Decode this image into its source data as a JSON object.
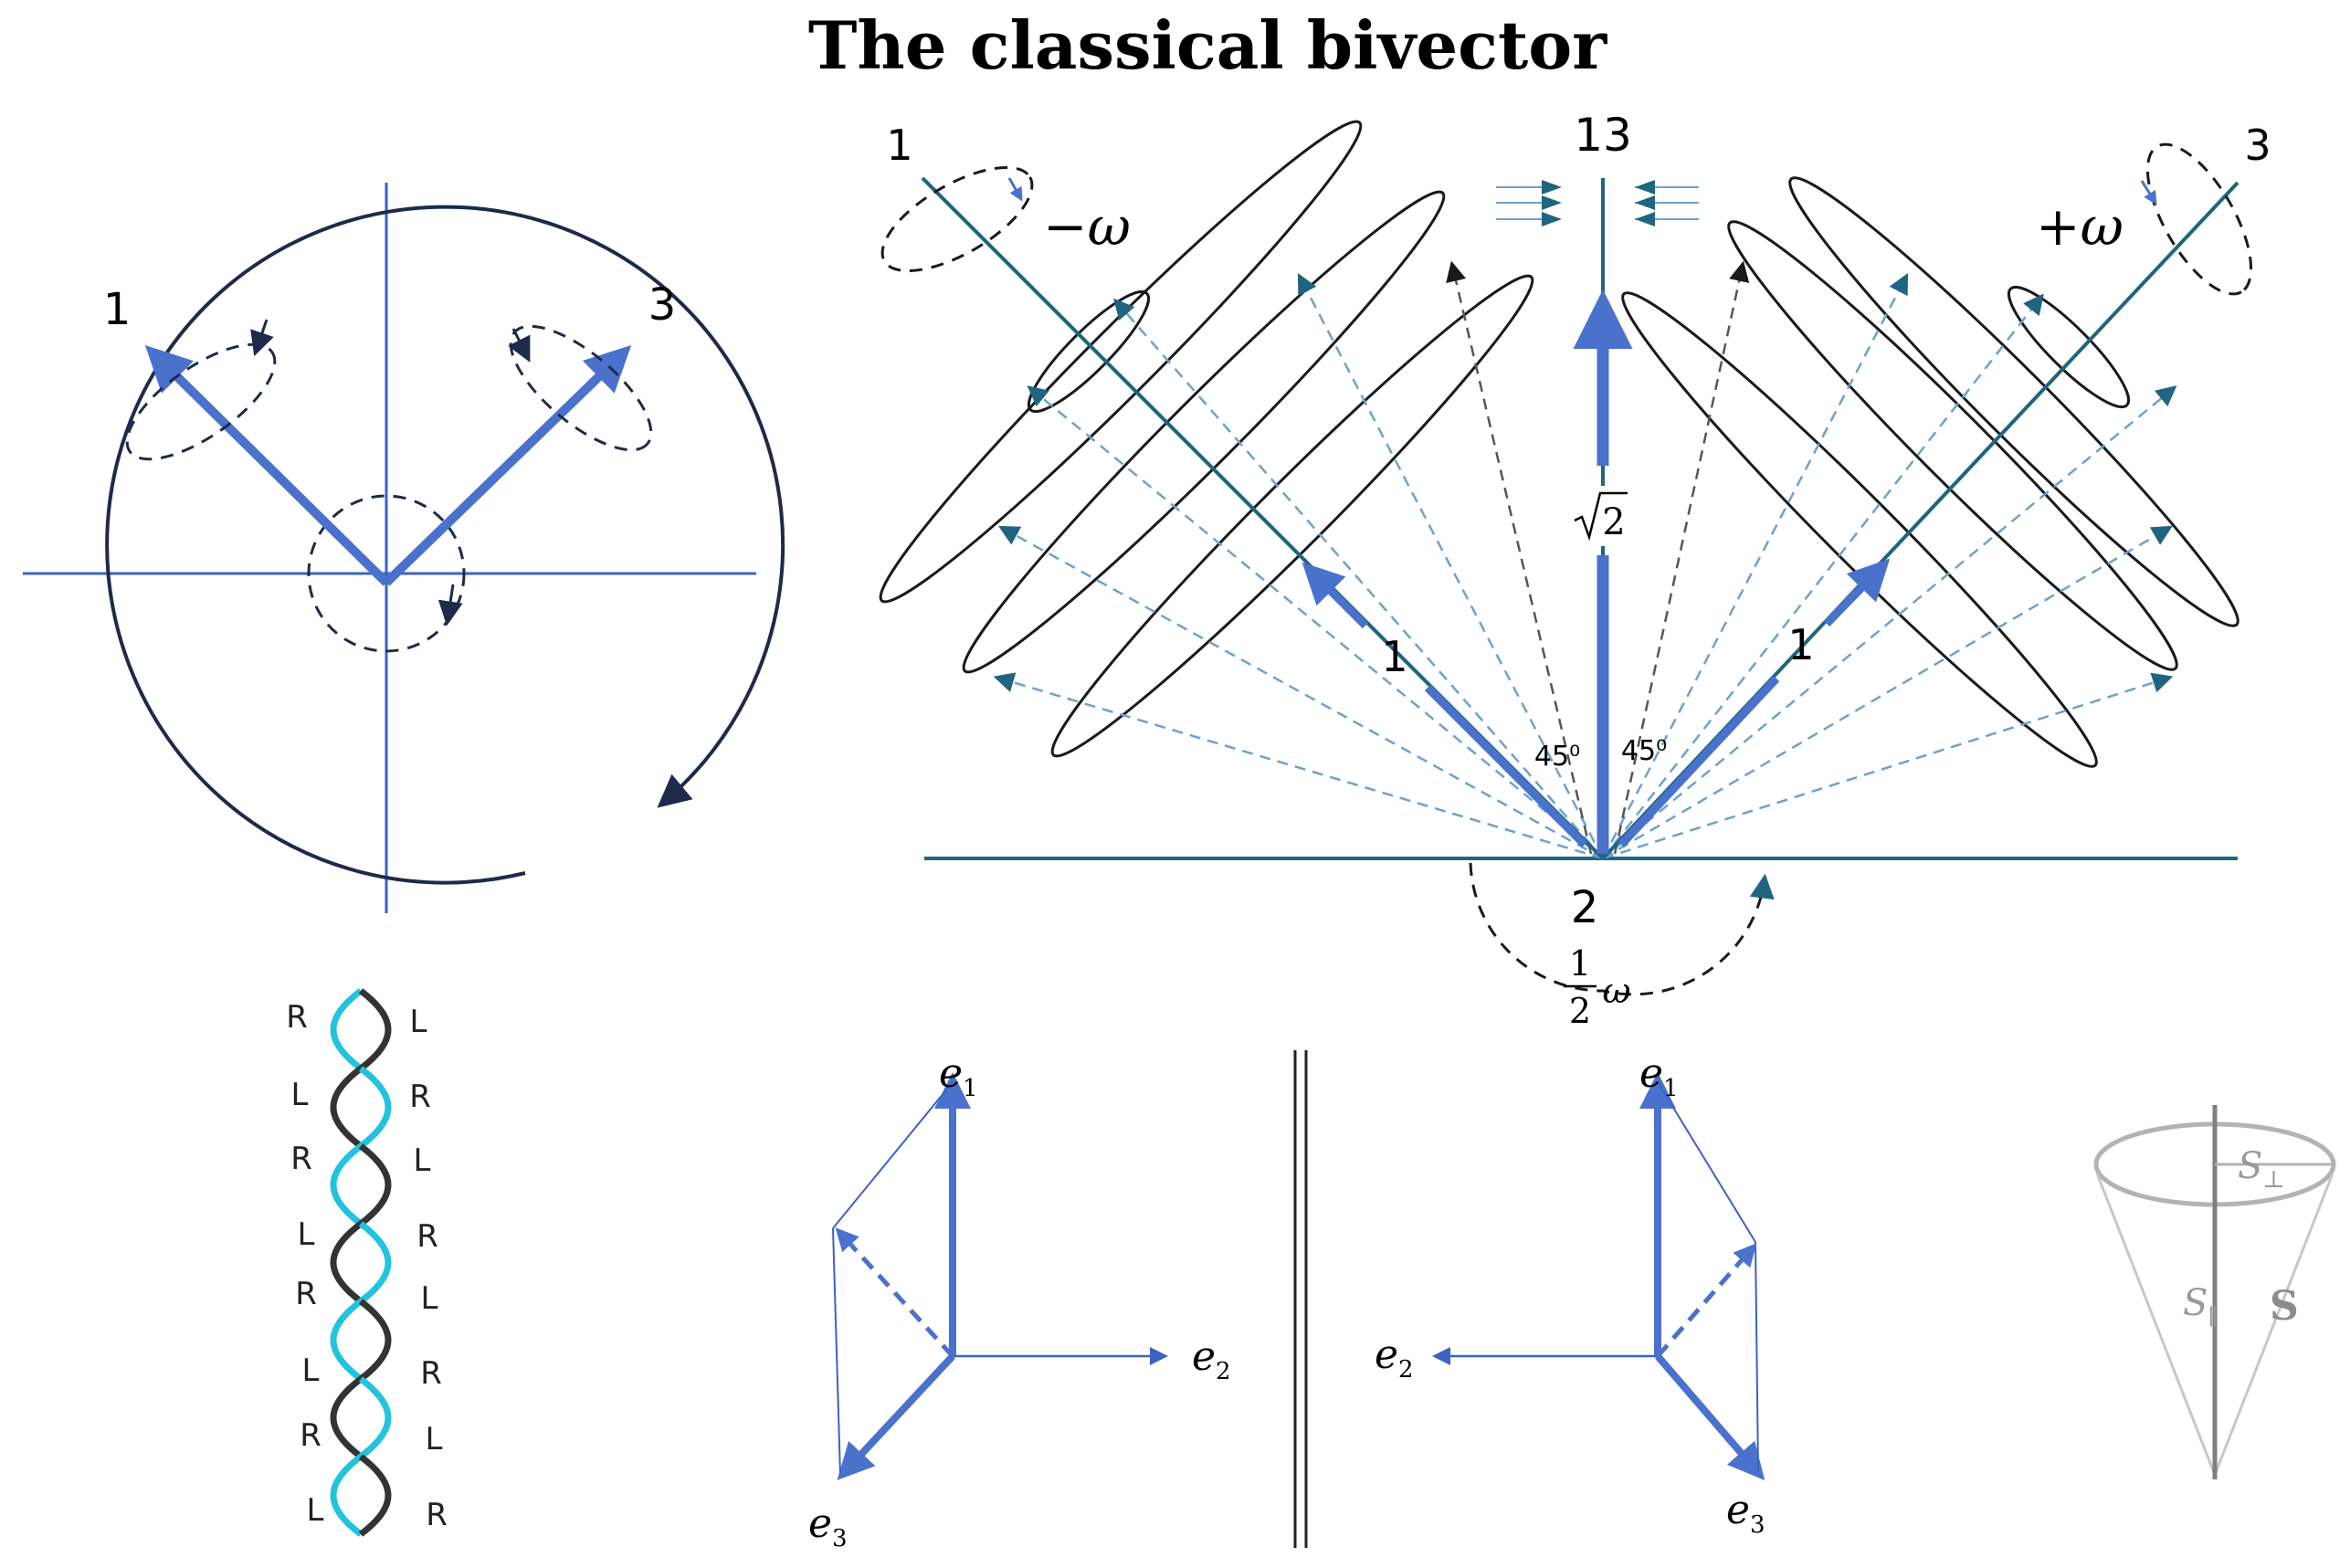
{
  "title": "The classical bivector",
  "colors": {
    "blue": "#4a72cc",
    "thin_blue": "#3b63c4",
    "teal": "#1f6580",
    "dark": "#1d2a4a",
    "black": "#1a1a1a",
    "dash_blue": "#6aa3cf",
    "cyan": "#22c3df",
    "gray": "#9a9a9a"
  },
  "circle_panel": {
    "label_left": "1",
    "label_right": "3"
  },
  "main_diagram": {
    "top_left_label": "1",
    "top_center_label": "13",
    "top_right_label": "3",
    "minus_omega": "−ω",
    "plus_omega": "+ω",
    "sqrt2": "√2",
    "sqrt_radicand": "2",
    "left_one": "1",
    "right_one": "1",
    "angle_left": "45⁰",
    "angle_right": "45⁰",
    "bottom_label": "2",
    "half_num": "1",
    "half_den": "2",
    "half_omega": "ω"
  },
  "helix": {
    "left_letters": [
      "R",
      "L",
      "R",
      "L",
      "R",
      "L",
      "R",
      "L"
    ],
    "right_letters": [
      "L",
      "R",
      "L",
      "R",
      "L",
      "R",
      "L",
      "R"
    ]
  },
  "frames": {
    "left": {
      "e1": "e",
      "e1_sub": "1",
      "e2": "e",
      "e2_sub": "2",
      "e3": "e",
      "e3_sub": "3"
    },
    "right": {
      "e1": "e",
      "e1_sub": "1",
      "e2": "e",
      "e2_sub": "2",
      "e3": "e",
      "e3_sub": "3"
    }
  },
  "cone": {
    "s_perp": "S",
    "s_perp_sub": "⊥",
    "s_par": "S",
    "s_par_sub": "∥",
    "s_total": "S"
  }
}
